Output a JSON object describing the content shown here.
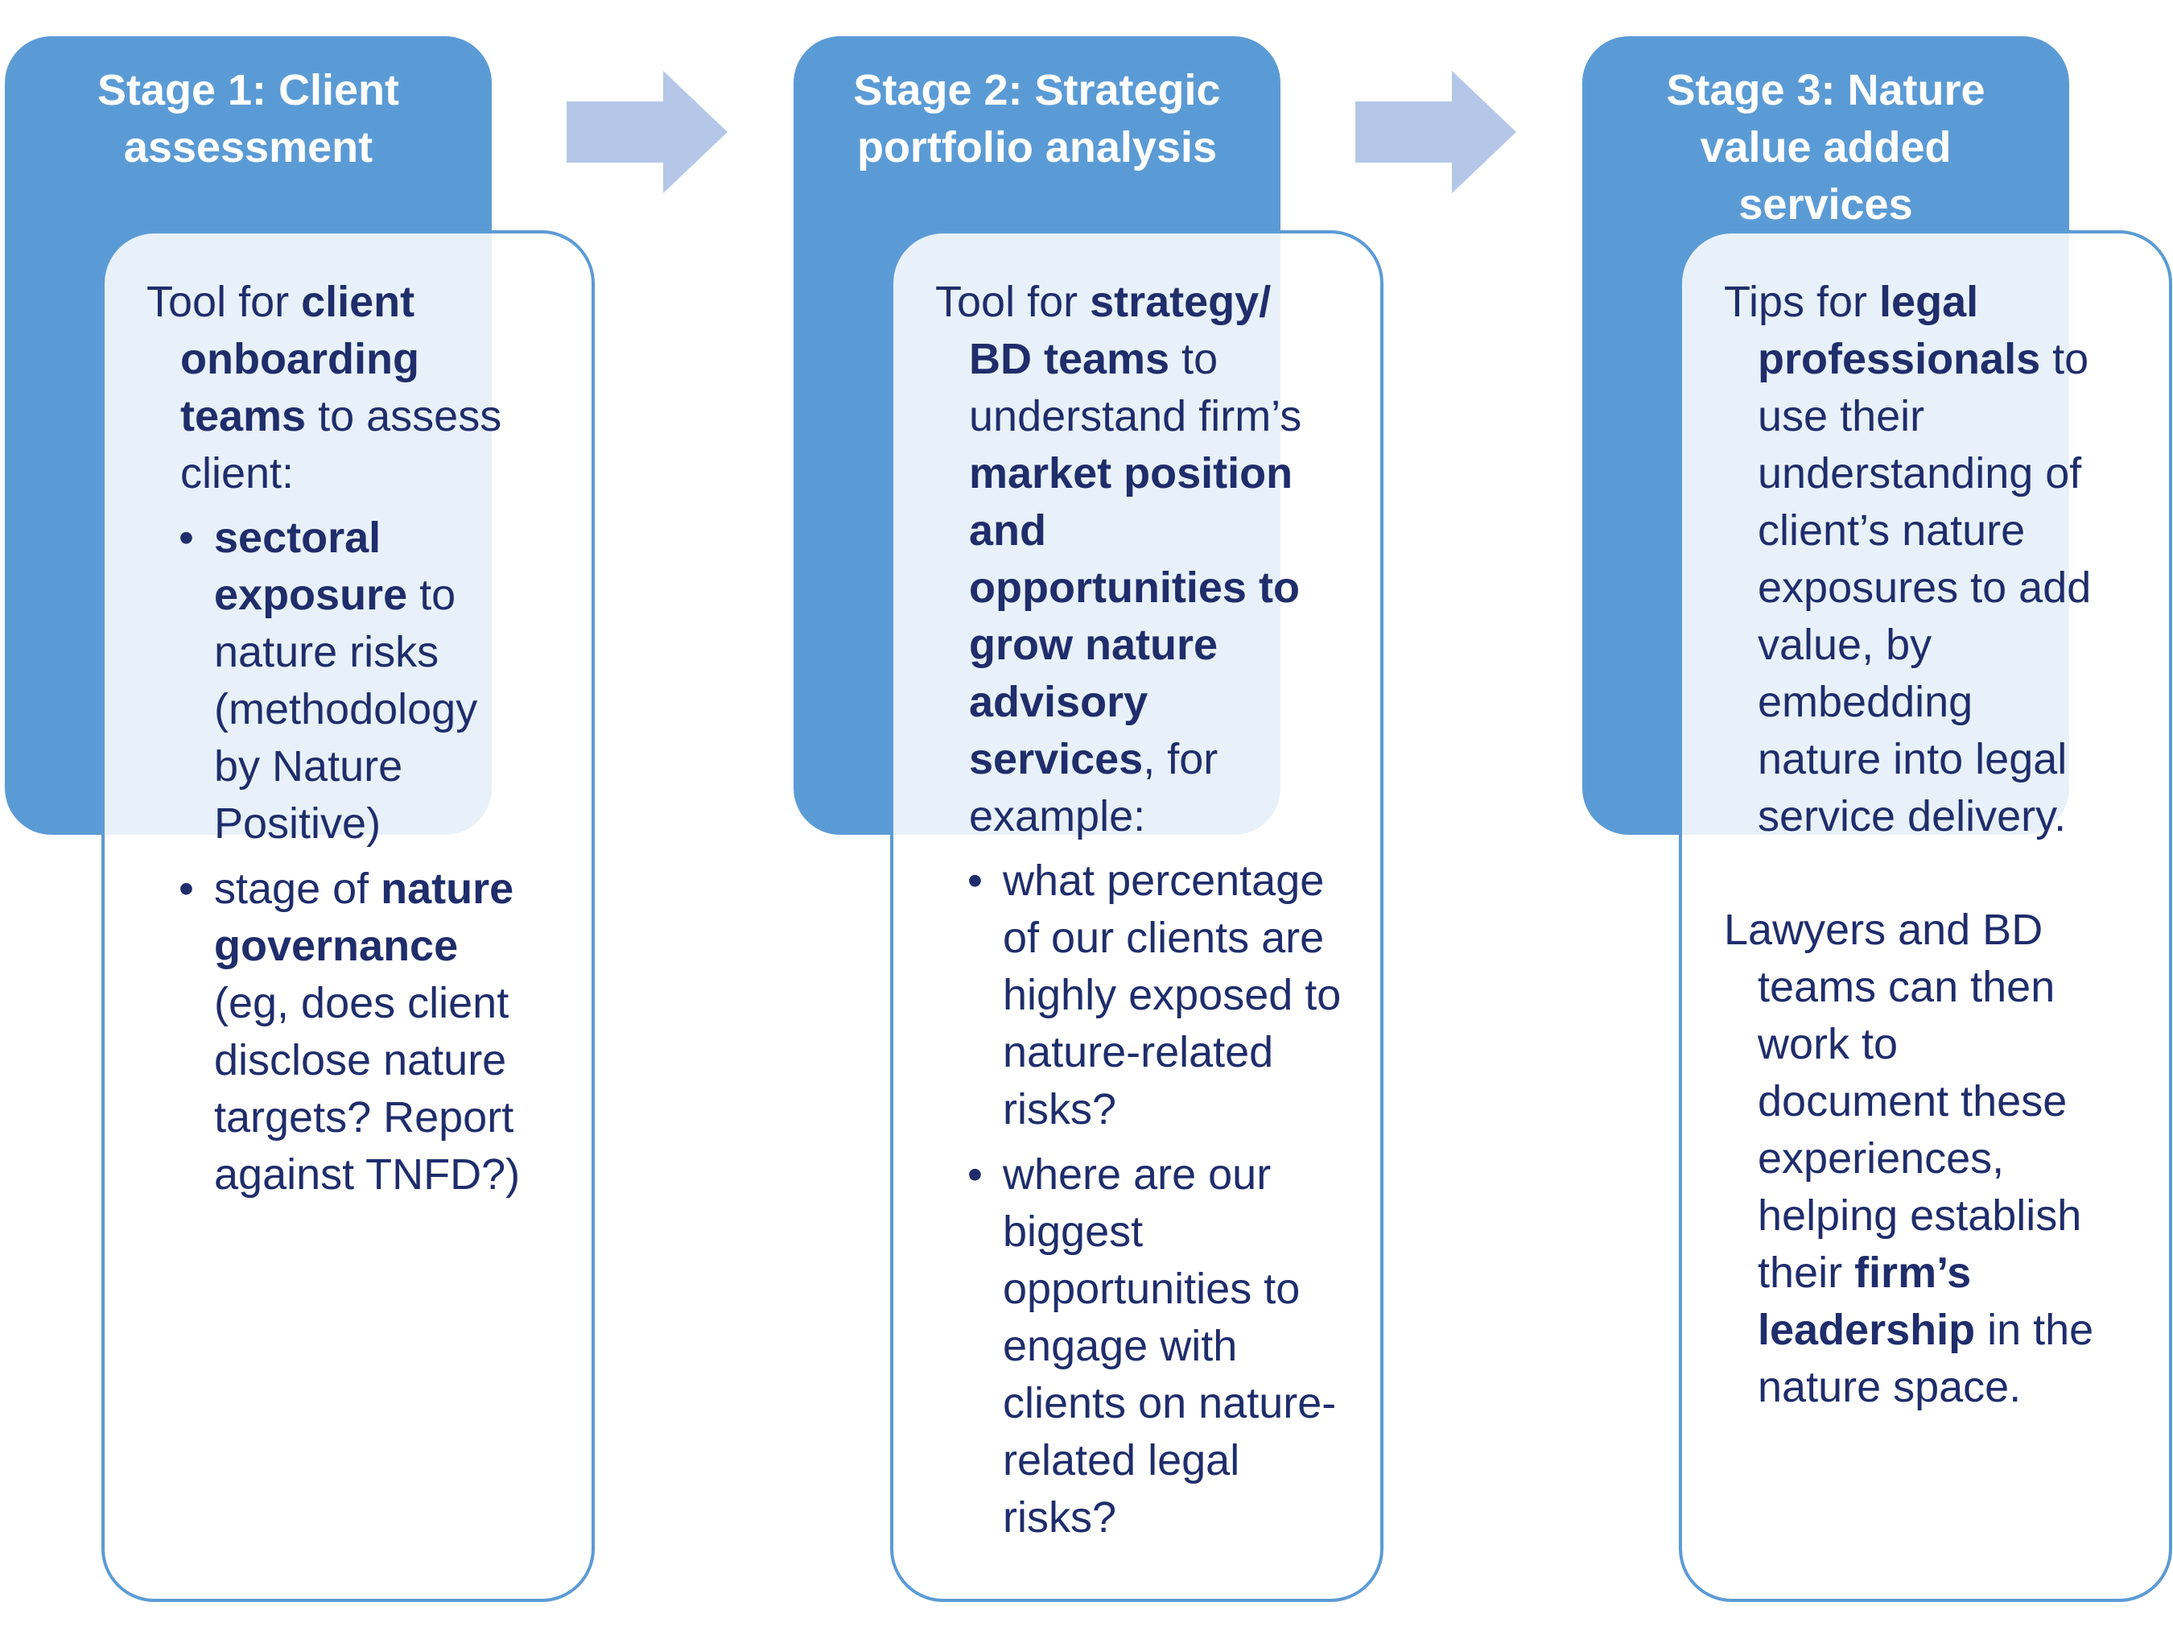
{
  "stages": [
    {
      "title_lines": [
        "Stage 1: Client",
        "assessment"
      ],
      "intro": [
        [
          {
            "t": "Tool for "
          },
          {
            "t": "client",
            "b": true
          }
        ],
        [
          {
            "t": "onboarding",
            "b": true
          }
        ],
        [
          {
            "t": "teams",
            "b": true
          },
          {
            "t": " to assess"
          }
        ],
        [
          {
            "t": "client:"
          }
        ]
      ],
      "bullets": [
        [
          [
            {
              "t": "sectoral",
              "b": true
            }
          ],
          [
            {
              "t": "exposure",
              "b": true
            },
            {
              "t": " to"
            }
          ],
          [
            {
              "t": "nature risks"
            }
          ],
          [
            {
              "t": "(methodology"
            }
          ],
          [
            {
              "t": "by Nature"
            }
          ],
          [
            {
              "t": "Positive)"
            }
          ]
        ],
        [
          [
            {
              "t": "stage of "
            },
            {
              "t": "nature",
              "b": true
            }
          ],
          [
            {
              "t": "governance",
              "b": true
            }
          ],
          [
            {
              "t": "(eg, does client"
            }
          ],
          [
            {
              "t": "disclose nature"
            }
          ],
          [
            {
              "t": "targets? Report"
            }
          ],
          [
            {
              "t": "against TNFD?)"
            }
          ]
        ]
      ]
    },
    {
      "title_lines": [
        "Stage 2: Strategic",
        "portfolio analysis"
      ],
      "intro": [
        [
          {
            "t": "Tool for "
          },
          {
            "t": "strategy/",
            "b": true
          }
        ],
        [
          {
            "t": "BD teams",
            "b": true
          },
          {
            "t": " to"
          }
        ],
        [
          {
            "t": "understand firm’s"
          }
        ],
        [
          {
            "t": "market position",
            "b": true
          }
        ],
        [
          {
            "t": "and",
            "b": true
          }
        ],
        [
          {
            "t": "opportunities to",
            "b": true
          }
        ],
        [
          {
            "t": "grow nature",
            "b": true
          }
        ],
        [
          {
            "t": "advisory",
            "b": true
          }
        ],
        [
          {
            "t": "services",
            "b": true
          },
          {
            "t": ", for"
          }
        ],
        [
          {
            "t": "example:"
          }
        ]
      ],
      "bullets": [
        [
          [
            {
              "t": "what percentage"
            }
          ],
          [
            {
              "t": "of our clients are"
            }
          ],
          [
            {
              "t": "highly exposed to"
            }
          ],
          [
            {
              "t": "nature-related"
            }
          ],
          [
            {
              "t": "risks?"
            }
          ]
        ],
        [
          [
            {
              "t": "where are our"
            }
          ],
          [
            {
              "t": "biggest"
            }
          ],
          [
            {
              "t": "opportunities to"
            }
          ],
          [
            {
              "t": "engage with"
            }
          ],
          [
            {
              "t": "clients on nature-"
            }
          ],
          [
            {
              "t": "related legal"
            }
          ],
          [
            {
              "t": "risks?"
            }
          ]
        ]
      ]
    },
    {
      "title_lines": [
        "Stage 3: Nature",
        "value added",
        "services"
      ],
      "paragraphs": [
        [
          [
            {
              "t": "Tips for "
            },
            {
              "t": "legal",
              "b": true
            }
          ],
          [
            {
              "t": "professionals",
              "b": true
            },
            {
              "t": " to"
            }
          ],
          [
            {
              "t": "use their"
            }
          ],
          [
            {
              "t": "understanding of"
            }
          ],
          [
            {
              "t": "client’s nature"
            }
          ],
          [
            {
              "t": "exposures to add"
            }
          ],
          [
            {
              "t": "value, by"
            }
          ],
          [
            {
              "t": "embedding"
            }
          ],
          [
            {
              "t": "nature into legal"
            }
          ],
          [
            {
              "t": "service delivery."
            }
          ]
        ],
        [
          [
            {
              "t": "Lawyers and BD"
            }
          ],
          [
            {
              "t": "teams can then"
            }
          ],
          [
            {
              "t": "work to"
            }
          ],
          [
            {
              "t": "document these"
            }
          ],
          [
            {
              "t": "experiences,"
            }
          ],
          [
            {
              "t": "helping establish"
            }
          ],
          [
            {
              "t": "their "
            },
            {
              "t": "firm’s",
              "b": true
            }
          ],
          [
            {
              "t": "leadership",
              "b": true
            },
            {
              "t": " in the"
            }
          ],
          [
            {
              "t": "nature space."
            }
          ]
        ]
      ]
    }
  ],
  "colors": {
    "header_fill": "#5b9bd5",
    "arrow_fill": "#b4c7e7",
    "card_border": "#5b9bd5",
    "body_text": "#1f2d6b",
    "title_text": "#ffffff"
  },
  "icons": {
    "arrow_1": "right-arrow-icon",
    "arrow_2": "right-arrow-icon",
    "bullet": "bullet-dot"
  }
}
